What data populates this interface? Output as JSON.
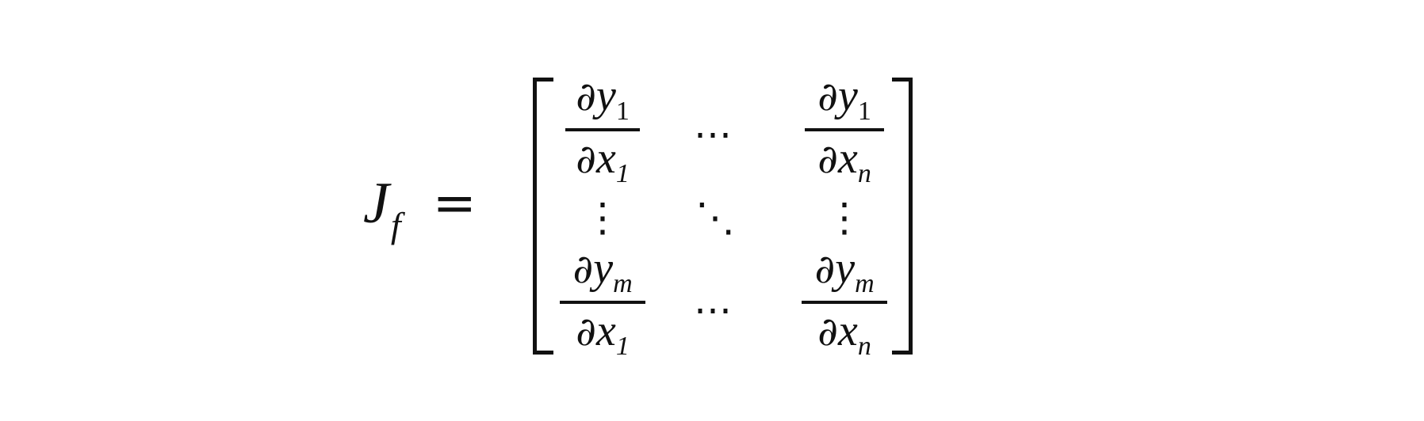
{
  "equation": {
    "lhs_symbol": "J",
    "lhs_subscript": "f",
    "equals": "=",
    "partial": "∂",
    "matrix": {
      "top_left": {
        "num_var": "y",
        "num_sub": "1",
        "den_var": "x",
        "den_sub": "1"
      },
      "top_mid": "⋯",
      "top_right": {
        "num_var": "y",
        "num_sub": "1",
        "den_var": "x",
        "den_sub": "n"
      },
      "mid_left": "⋮",
      "mid_mid": "⋱",
      "mid_right": "⋮",
      "bottom_left": {
        "num_var": "y",
        "num_sub": "m",
        "den_var": "x",
        "den_sub": "1"
      },
      "bottom_mid": "⋯",
      "bottom_right": {
        "num_var": "y",
        "num_sub": "m",
        "den_var": "x",
        "den_sub": "n"
      }
    }
  }
}
